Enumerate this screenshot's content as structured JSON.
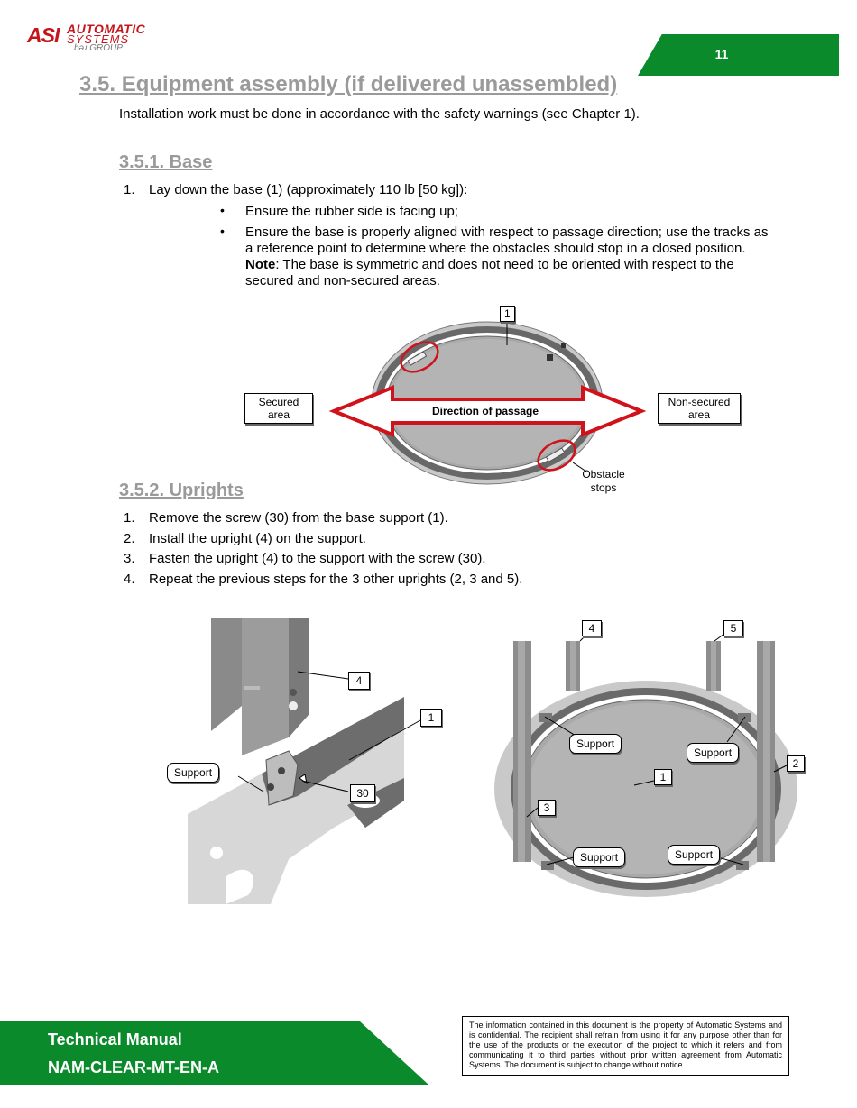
{
  "header": {
    "logo_mark": "ASI",
    "logo_line1": "AUTOMATIC",
    "logo_line2": "SYSTEMS",
    "logo_line3": "bəɹ GROUP",
    "page_number": "11"
  },
  "section": {
    "title": "3.5. Equipment assembly (if delivered unassembled)",
    "intro": "Installation work must be done in accordance with the safety warnings (see Chapter 1)."
  },
  "base": {
    "title": "3.5.1. Base",
    "step1_num": "1.",
    "step1": "Lay down the base (1) (approximately 110 lb [50 kg]):",
    "bullet1": "Ensure the rubber side is facing up;",
    "bullet2_line1": "Ensure the base is properly aligned with respect to passage direction; use the tracks as",
    "bullet2_line2": "a reference point to determine where the obstacles should stop in a closed position.",
    "note_label": "Note",
    "note_line1": ": The base is symmetric and does not need to be oriented with respect to the",
    "note_line2": "secured and non-secured areas.",
    "figure": {
      "callout_1": "1",
      "secured": "Secured area",
      "non_secured": "Non-secured area",
      "direction": "Direction of passage",
      "obstacle_stops": "Obstacle stops"
    }
  },
  "uprights": {
    "title": "3.5.2. Uprights",
    "steps": [
      {
        "num": "1.",
        "text": "Remove the screw (30) from the base support (1)."
      },
      {
        "num": "2.",
        "text": "Install the upright (4) on the support."
      },
      {
        "num": "3.",
        "text": "Fasten the upright (4) to the support with the screw (30)."
      },
      {
        "num": "4.",
        "text": "Repeat the previous steps for the 3 other uprights (2, 3 and 5)."
      }
    ],
    "figure_left": {
      "c4": "4",
      "c1": "1",
      "support": "Support",
      "c30": "30"
    },
    "figure_right": {
      "c4": "4",
      "c5": "5",
      "c2": "2",
      "c1": "1",
      "c3": "3",
      "support": "Support"
    }
  },
  "footer": {
    "title": "Technical Manual",
    "code": "NAM-CLEAR-MT-EN-A",
    "disclaimer": "The information contained in this document is the property of Automatic Systems and is confidential. The recipient shall refrain from using it for any purpose other than for the use of the products or the execution of the project to which it refers and from communicating it to third parties without prior written agreement from Automatic Systems. The document is subject to change without notice."
  },
  "colors": {
    "brand_green": "#0b8a2c",
    "brand_red": "#c4161c",
    "heading_grey": "#9a9a9a"
  }
}
